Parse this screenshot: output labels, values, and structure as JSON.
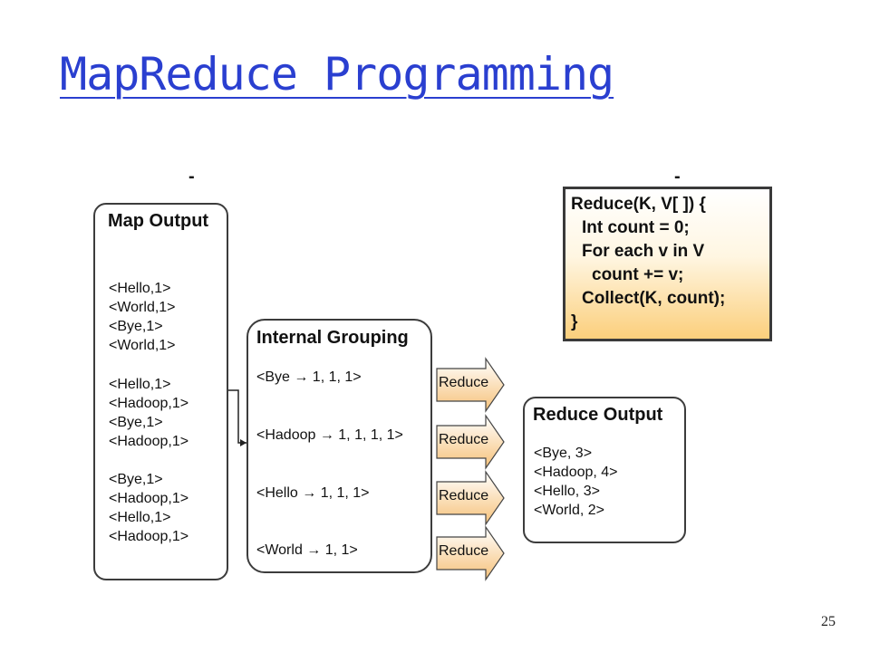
{
  "title": "MapReduce Programming",
  "page_number": "25",
  "dash_marks": [
    "-",
    "-"
  ],
  "map_output": {
    "header": "Map Output",
    "lines": [
      "<Hello,1>",
      "<World,1>",
      "<Bye,1>",
      "<World,1>",
      "<Hello,1>",
      "<Hadoop,1>",
      "<Bye,1>",
      "<Hadoop,1>",
      "<Bye,1>",
      "<Hadoop,1>",
      "<Hello,1>",
      "<Hadoop,1>"
    ]
  },
  "internal_grouping": {
    "header": "Internal Grouping",
    "lines": [
      "<Bye → 1, 1, 1>",
      "<Hadoop → 1, 1, 1, 1>",
      "<Hello → 1, 1, 1>",
      "<World → 1, 1>"
    ]
  },
  "reduce_arrows": [
    "Reduce",
    "Reduce",
    "Reduce",
    "Reduce"
  ],
  "reduce_output": {
    "header": "Reduce Output",
    "lines": [
      "<Bye, 3>",
      "<Hadoop, 4>",
      "<Hello, 3>",
      "<World, 2>"
    ]
  },
  "reduce_code": {
    "lines": [
      "Reduce(K, V[ ]) {",
      "Int count = 0;",
      "For each v in V",
      "count += v;",
      "Collect(K, count);",
      "}"
    ]
  },
  "colors": {
    "title": "#2a3fd0",
    "arrow_fill_top": "#ffffff",
    "arrow_fill_bottom": "#f6c27a",
    "code_fill_bottom": "#fbcf7c"
  }
}
